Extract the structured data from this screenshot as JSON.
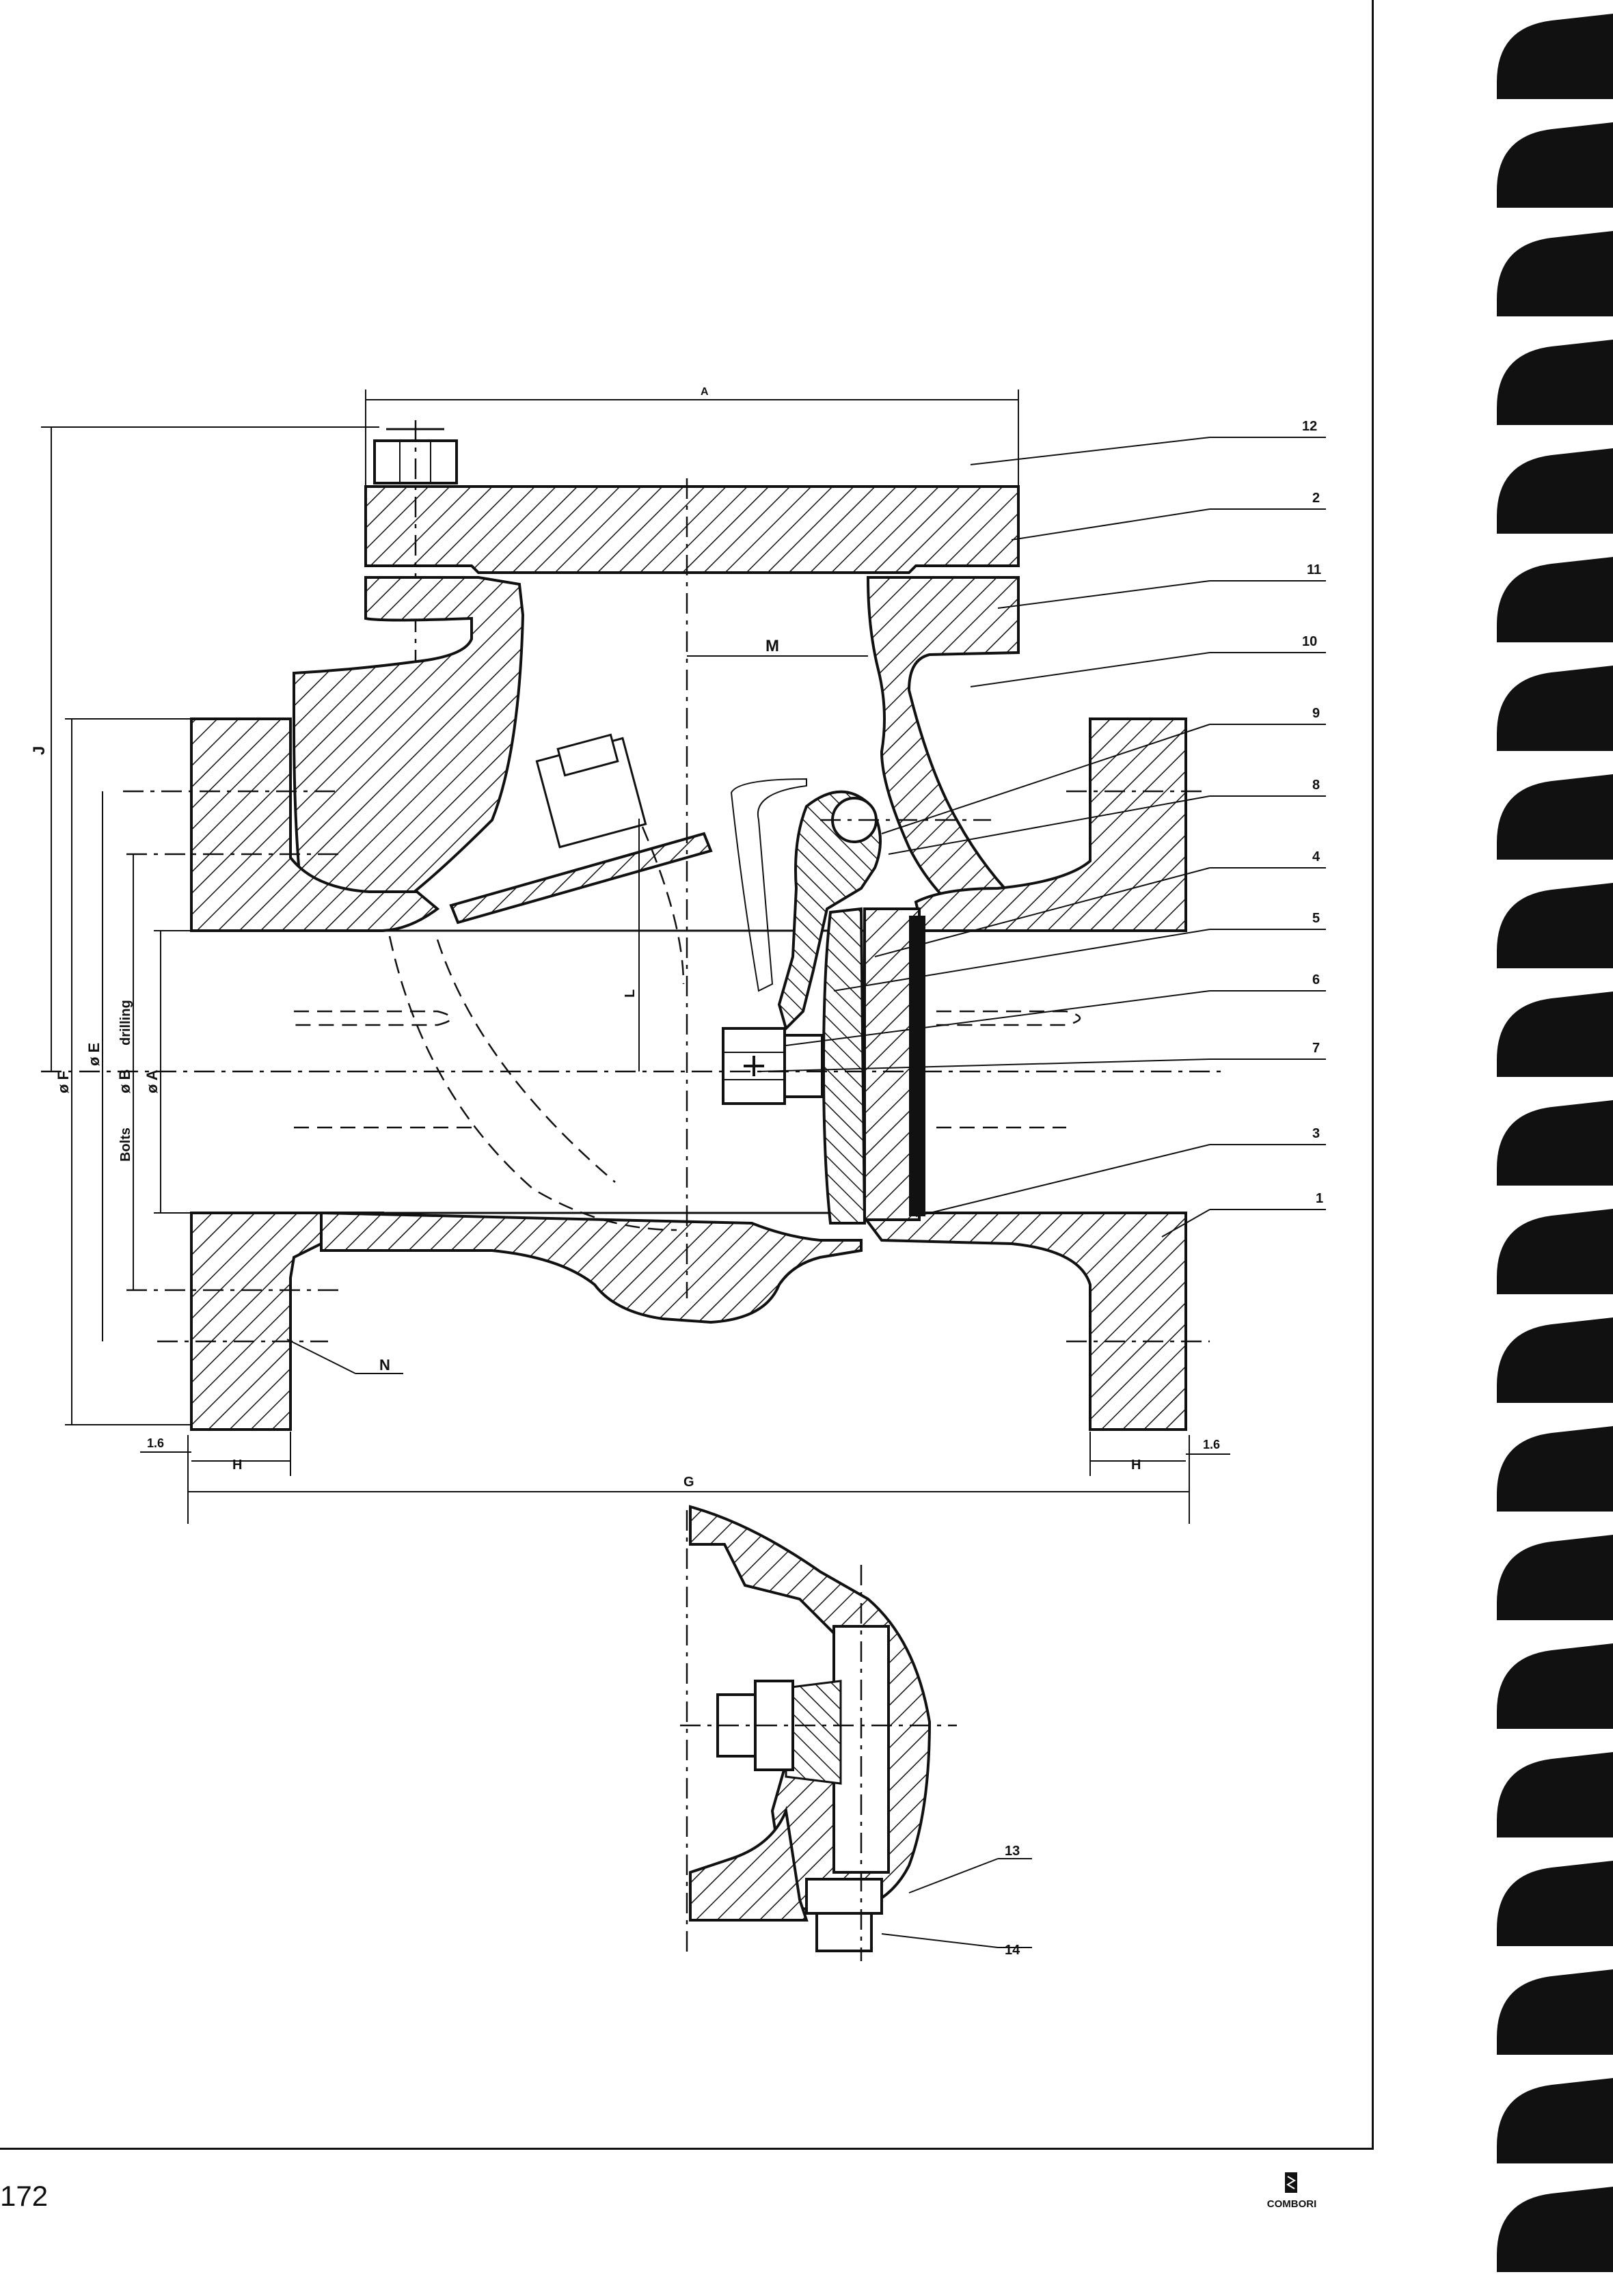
{
  "page": {
    "number": "172"
  },
  "logo": {
    "brand": "COMBORI"
  },
  "dimensions": {
    "A_top": "A",
    "M": "M",
    "J": "J",
    "L": "L",
    "N": "N",
    "G": "G",
    "H_left": "H",
    "H_right": "H",
    "gap_left": "1.6",
    "gap_right": "1.6",
    "phi_F": "ø F",
    "phi_E": "ø E",
    "phi_B": "ø B",
    "phi_A": "ø A",
    "drilling": "drilling",
    "bolts": "Bolts"
  },
  "callouts": {
    "c12": "12",
    "c2": "2",
    "c11": "11",
    "c10": "10",
    "c9": "9",
    "c8": "8",
    "c4": "4",
    "c5": "5",
    "c6": "6",
    "c7": "7",
    "c3": "3",
    "c1": "1",
    "c13": "13",
    "c14": "14"
  },
  "colors": {
    "ink": "#111111",
    "paper": "#ffffff"
  }
}
